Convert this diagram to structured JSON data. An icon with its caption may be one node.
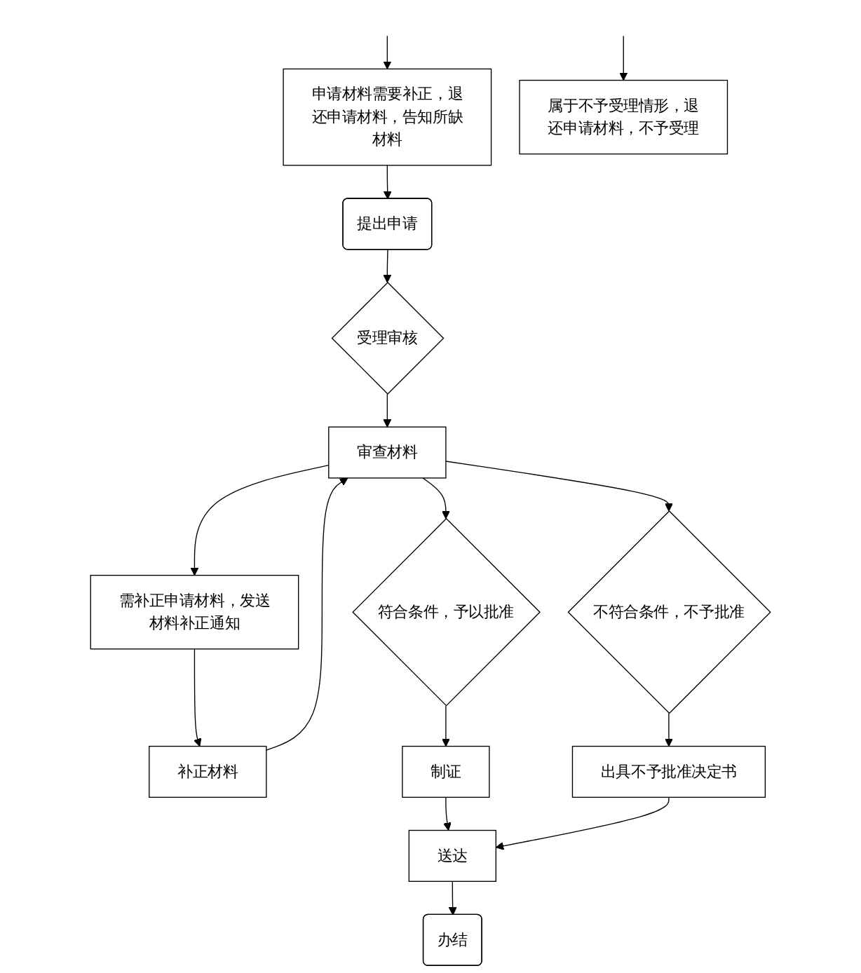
{
  "diagram": {
    "nodes": [
      {
        "text": [
          "提出申请"
        ]
      },
      {
        "text": [
          "申请材料需要补正，退还申请材料，告知所缺材料"
        ]
      },
      {
        "text": [
          "属于不予受理情形，退还申请材料，不予受理"
        ]
      },
      {
        "text": [
          "受理审核"
        ]
      },
      {
        "text": [
          "需补正申请材料，发送材料补正通知"
        ]
      },
      {
        "text": [
          "审查材料"
        ]
      },
      {
        "text": [
          "补正材料"
        ]
      },
      {
        "text": [
          "符合条件，予以批准"
        ]
      },
      {
        "text": [
          "不符合条件，不予批准"
        ]
      },
      {
        "text": [
          "制证"
        ]
      },
      {
        "text": [
          "出具不予批准决定书"
        ]
      },
      {
        "text": [
          "送达"
        ]
      },
      {
        "text": [
          "办结"
        ]
      }
    ],
    "edges": [
      {
        "from": 0,
        "to": 3,
        "arrow": "to"
      },
      {
        "from": null,
        "to": 1,
        "arrow": "to"
      },
      {
        "from": null,
        "to": 2,
        "arrow": "to"
      },
      {
        "from": 1,
        "to": 0,
        "arrow": "to"
      },
      {
        "from": 3,
        "to": 5,
        "arrow": "to"
      },
      {
        "from": 5,
        "to": 4,
        "arrow": "to"
      },
      {
        "from": 4,
        "to": 6,
        "arrow": "to"
      },
      {
        "from": 6,
        "to": 5,
        "arrow": "to"
      },
      {
        "from": 5,
        "to": 7,
        "arrow": "to"
      },
      {
        "from": 5,
        "to": 8,
        "arrow": "to"
      },
      {
        "from": 7,
        "to": 9,
        "arrow": "to"
      },
      {
        "from": 8,
        "to": 10,
        "arrow": "to"
      },
      {
        "from": 9,
        "to": 11,
        "arrow": "to"
      },
      {
        "from": 10,
        "to": 11,
        "arrow": "to"
      },
      {
        "from": 11,
        "to": 12,
        "arrow": "to"
      }
    ]
  }
}
